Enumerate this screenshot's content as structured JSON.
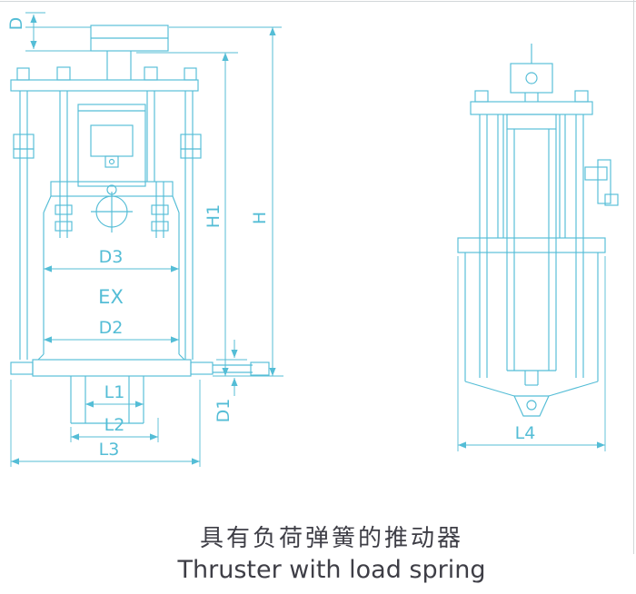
{
  "meta": {
    "colors": {
      "line": "#54bdd6",
      "caption": "#3e3e46",
      "background": "#ffffff"
    }
  },
  "captions": {
    "chinese": "具有负荷弹簧的推动器",
    "english": "Thruster with load spring"
  },
  "dimensions": {
    "d": "D",
    "h1": "H1",
    "h": "H",
    "d3": "D3",
    "ex": "EX",
    "d2": "D2",
    "l1": "L1",
    "l2": "L2",
    "l3": "L3",
    "d1": "D1",
    "l4": "L4"
  }
}
